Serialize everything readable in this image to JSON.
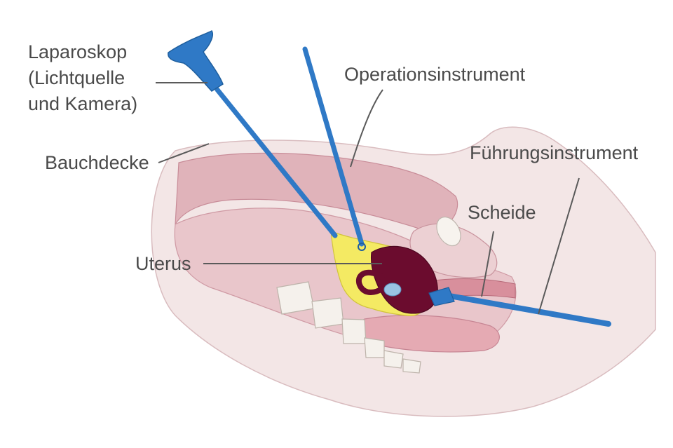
{
  "labels": {
    "laparoskop": [
      "Laparoskop",
      "(Lichtquelle",
      "und Kamera)"
    ],
    "operationsinstrument": "Operationsinstrument",
    "bauchdecke": "Bauchdecke",
    "fuehrungsinstrument": "Führungsinstrument",
    "scheide": "Scheide",
    "uterus": "Uterus"
  },
  "colors": {
    "instrument": "#2f79c6",
    "instrument_dark": "#1f5f9e",
    "uterus": "#6b0c2e",
    "abdominal_space": "#f4ea63",
    "tissue": "#e7c3c8",
    "tissue_dark": "#d39aa5",
    "skin": "#f3e6e6",
    "bone": "#f5f1ec",
    "label_text": "#4a4a4a",
    "leader_line": "#5a5a5a"
  }
}
